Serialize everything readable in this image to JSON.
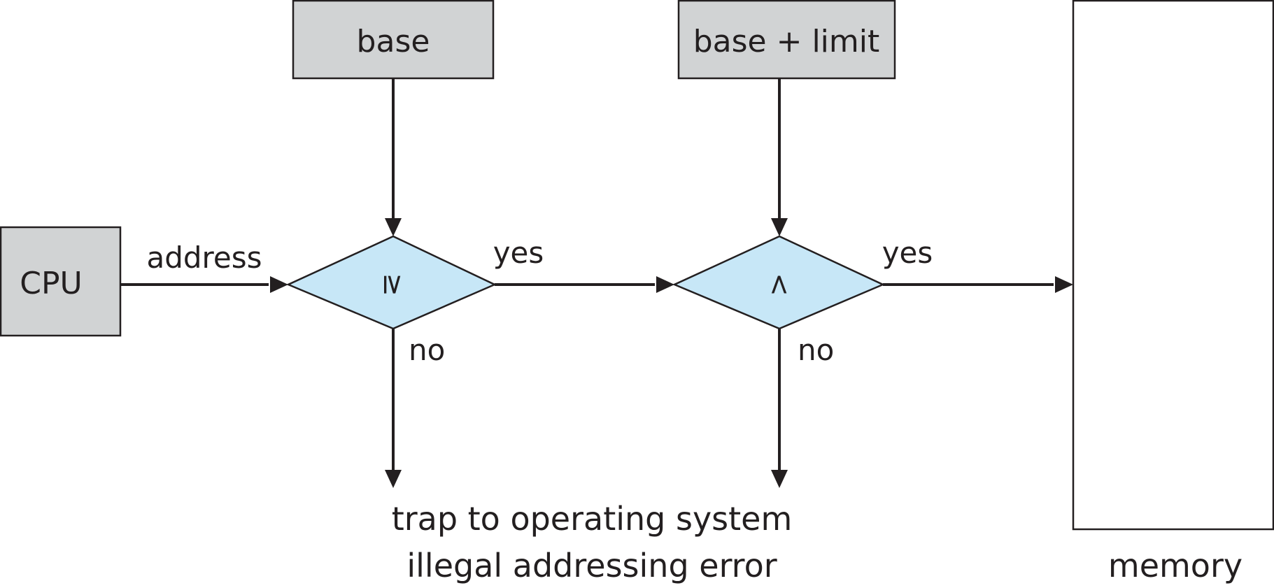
{
  "nodes": {
    "base": "base",
    "base_limit": "base + limit",
    "cpu": "CPU",
    "compare_ge": "≥",
    "compare_lt": "<",
    "memory": "memory"
  },
  "edges": {
    "address": "address",
    "yes_1": "yes",
    "yes_2": "yes",
    "no_1": "no",
    "no_2": "no"
  },
  "trap": {
    "line1": "trap to operating system",
    "line2": "illegal addressing error"
  },
  "colors": {
    "register_fill": "#d1d3d4",
    "comparator_fill": "#c7e7f7",
    "stroke": "#231f20"
  }
}
